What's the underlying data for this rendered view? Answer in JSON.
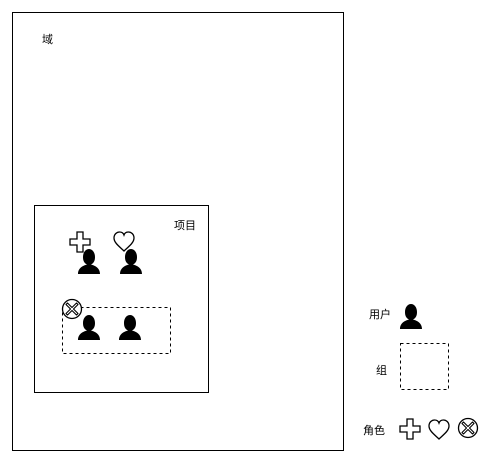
{
  "domain": {
    "label": "域",
    "project": {
      "label": "项目",
      "assigned_roles": [
        "plus-cross-icon",
        "heart-icon"
      ],
      "users": [
        "user-icon",
        "user-icon"
      ],
      "group": {
        "role": "circle-x-icon",
        "users": [
          "user-icon",
          "user-icon"
        ]
      }
    }
  },
  "legend": {
    "user_label": "用户",
    "group_label": "组",
    "role_label": "角色",
    "role_icons": [
      "plus-cross-icon",
      "heart-icon",
      "circle-x-icon"
    ]
  },
  "colors": {
    "stroke": "#000000",
    "background": "#ffffff"
  }
}
